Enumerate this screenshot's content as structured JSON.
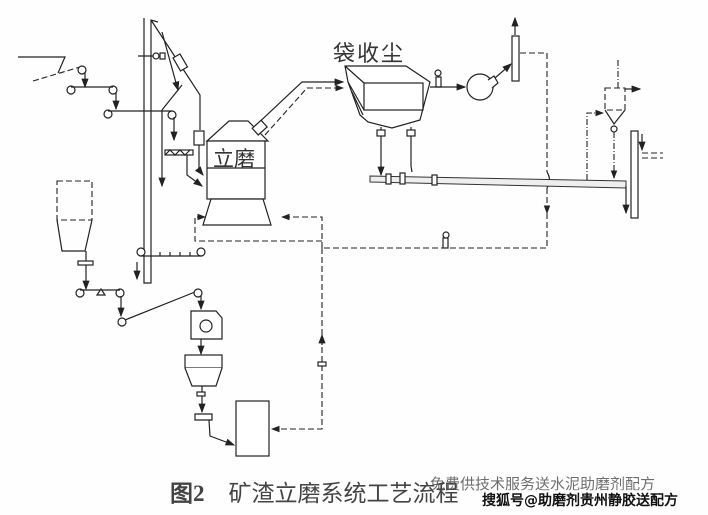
{
  "diagram": {
    "labels": {
      "bag_filter": "袋收尘",
      "vertical_mill": "立磨"
    },
    "caption": {
      "figure_number": "图2",
      "title": "矿渣立磨系统工艺流程"
    },
    "watermark": {
      "line1": "免费供技术服务送水泥助磨剂配方",
      "line2": "搜狐号@助磨剂贵州静胶送配方"
    }
  }
}
